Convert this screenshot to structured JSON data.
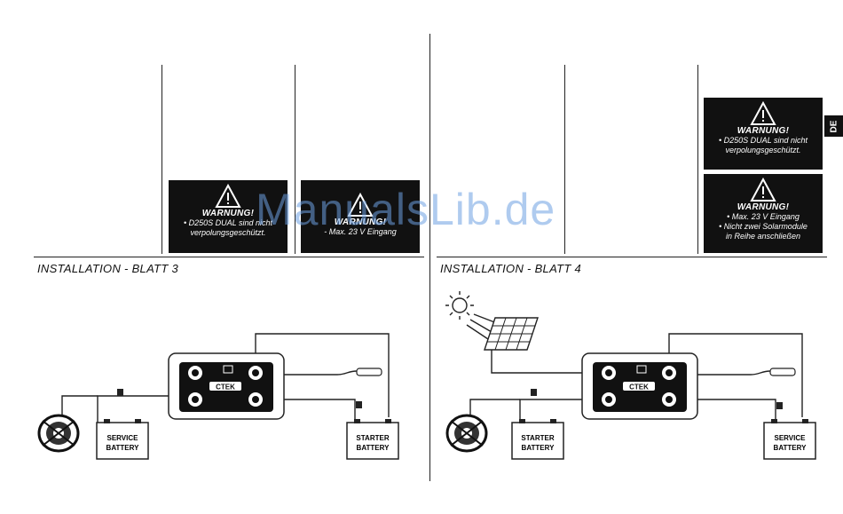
{
  "lang_tab": "DE",
  "watermark": "ManualsLib.de",
  "left": {
    "heading": "INSTALLATION - BLATT 3",
    "warnings": [
      {
        "title": "WARNUNG!",
        "lines": [
          "• D250S DUAL sind nicht",
          "verpolungsgeschützt."
        ]
      },
      {
        "title": "WARNUNG!",
        "lines": [
          "- Max. 23 V Eingang"
        ]
      }
    ],
    "battery_a": [
      "SERVICE",
      "BATTERY"
    ],
    "battery_b": [
      "STARTER",
      "BATTERY"
    ]
  },
  "right": {
    "heading": "INSTALLATION - BLATT 4",
    "warnings": [
      {
        "title": "WARNUNG!",
        "lines": [
          "• D250S DUAL sind nicht",
          "verpolungsgeschützt."
        ]
      },
      {
        "title": "WARNUNG!",
        "lines": [
          "• Max. 23 V Eingang",
          "• Nicht zwei Solarmodule",
          "in Reihe anschließen"
        ]
      }
    ],
    "battery_a": [
      "STARTER",
      "BATTERY"
    ],
    "battery_b": [
      "SERVICE",
      "BATTERY"
    ]
  },
  "device_brand": "CTEK",
  "colors": {
    "panel": "#111111",
    "line": "#222222",
    "watermark": "#6ea0e1"
  }
}
